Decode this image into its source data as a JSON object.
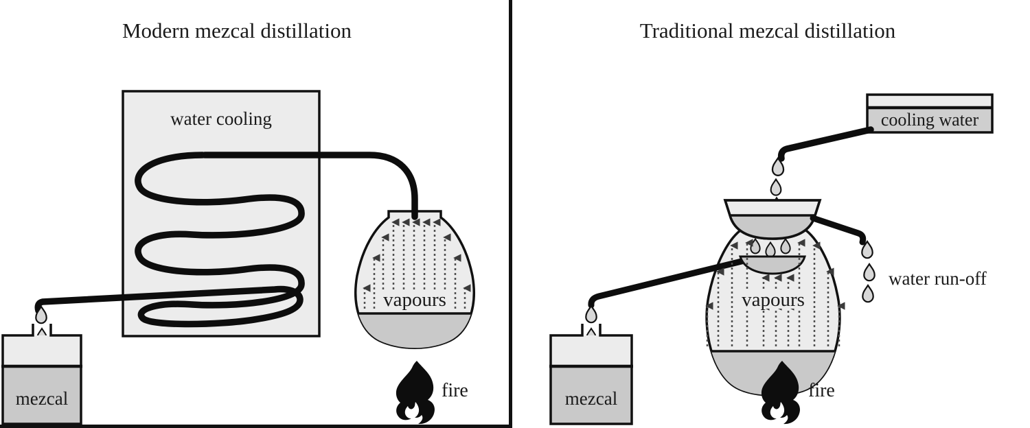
{
  "colors": {
    "ink": "#111111",
    "fill-light": "#ececec",
    "fill-mid": "#c9c9c9",
    "tube": "#0d0d0d",
    "arrow": "#4f4f4f",
    "background": "#ffffff"
  },
  "left": {
    "title": "Modern mezcal distillation",
    "cooler_label": "water cooling",
    "vapours_label": "vapours",
    "fire_label": "fire",
    "collector_label": "mezcal"
  },
  "right": {
    "title": "Traditional mezcal distillation",
    "cooling_label": "cooling water",
    "runoff_label": "water run-off",
    "vapours_label": "vapours",
    "fire_label": "fire",
    "collector_label": "mezcal"
  }
}
